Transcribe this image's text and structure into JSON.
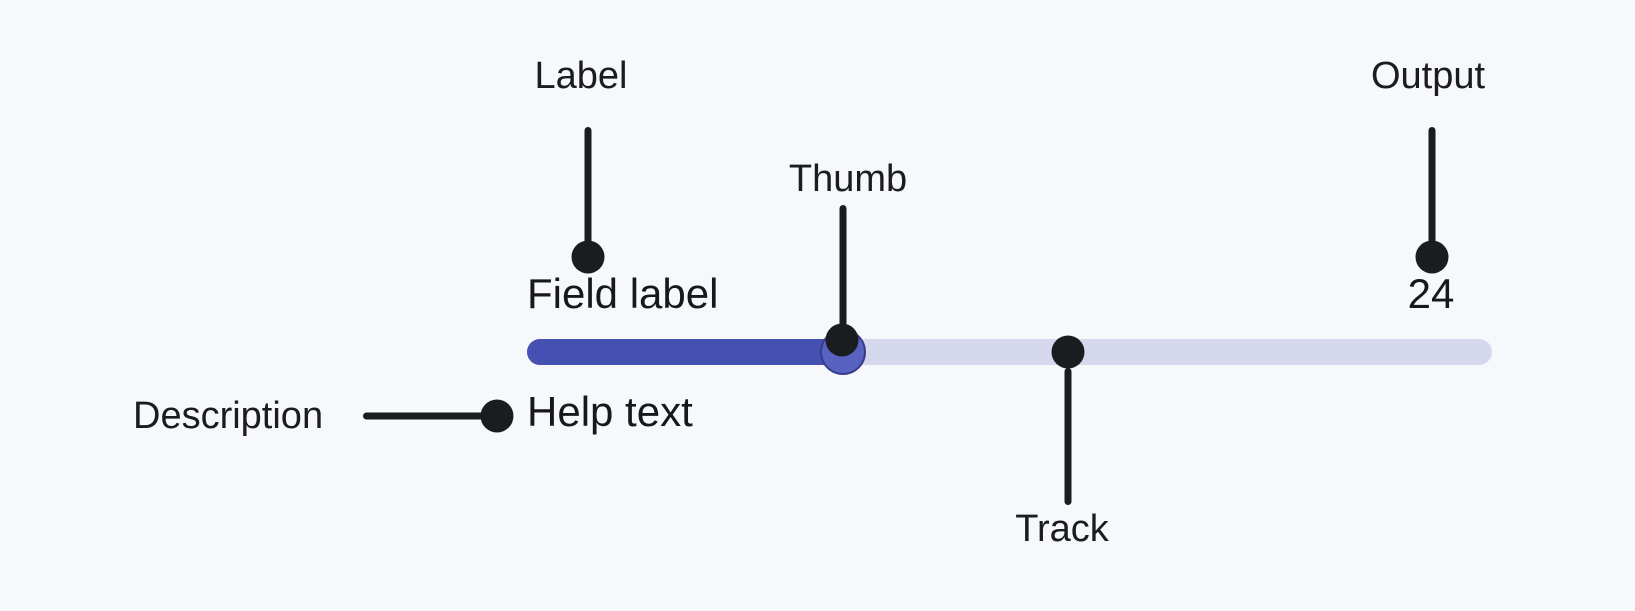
{
  "annotations": {
    "label": "Label",
    "thumb": "Thumb",
    "output": "Output",
    "description": "Description",
    "track": "Track"
  },
  "slider": {
    "field_label": "Field label",
    "help_text": "Help text",
    "output_value": "24"
  },
  "colors": {
    "background": "#F7F8FB",
    "annotation": "#1B1C20",
    "track_fill": "#4550B2",
    "track_empty": "#D5D8ED",
    "thumb_fill": "#5863C1",
    "thumb_border": "#373D8D",
    "component_text": "#17181C"
  }
}
